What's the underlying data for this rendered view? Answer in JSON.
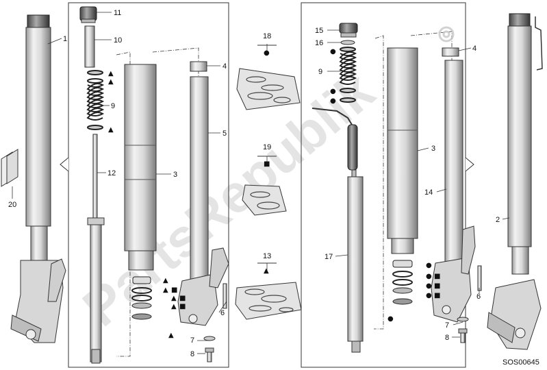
{
  "watermark": "PartsRepublik",
  "diagram_code": "SOS00645",
  "callouts": [
    "1",
    "2",
    "3",
    "3",
    "4",
    "4",
    "5",
    "6",
    "6",
    "7",
    "7",
    "8",
    "8",
    "9",
    "9",
    "10",
    "11",
    "12",
    "13",
    "14",
    "15",
    "16",
    "17",
    "18",
    "19",
    "20"
  ],
  "symbols": {
    "triangle": "▲",
    "square": "■",
    "circle": "●"
  },
  "legend_tags": [
    {
      "number": "18",
      "symbol": "●"
    },
    {
      "number": "19",
      "symbol": "■"
    },
    {
      "number": "13",
      "symbol": "▲"
    }
  ]
}
